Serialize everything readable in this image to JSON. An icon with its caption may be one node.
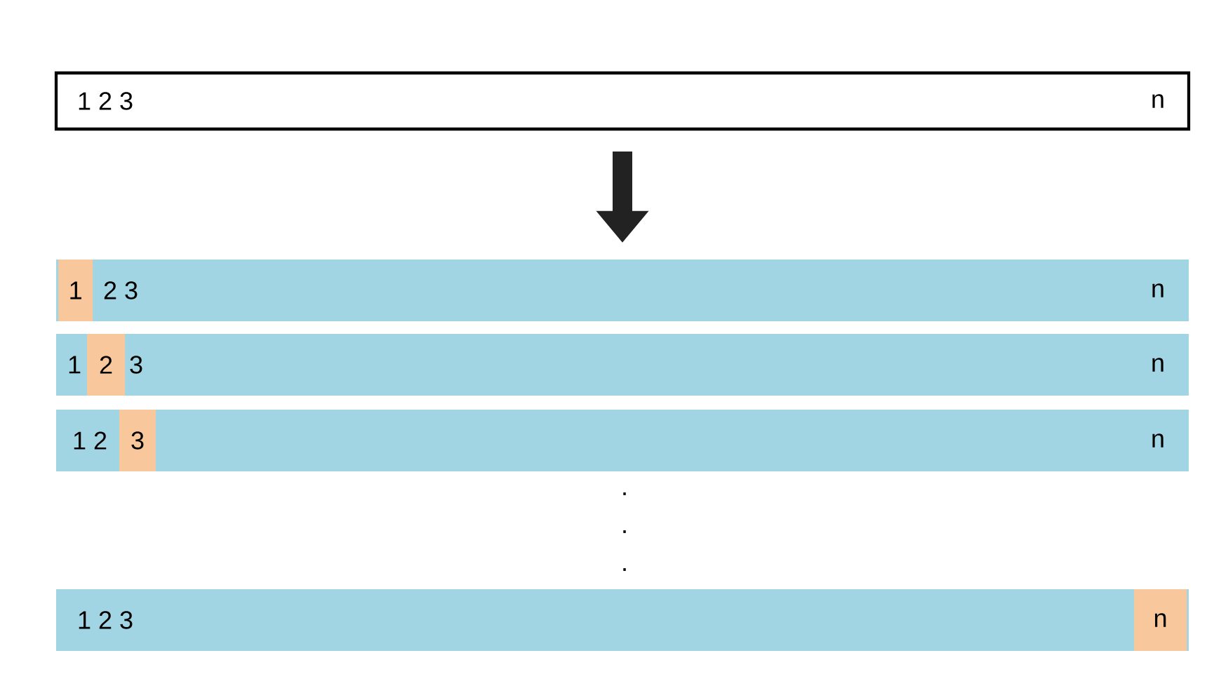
{
  "diagram": {
    "nodes": [
      {
        "text": [
          "1 2 3",
          "n"
        ]
      },
      {
        "text": [
          "2 3",
          "n"
        ]
      },
      {
        "text": [
          "1"
        ],
        "in": 1
      },
      {
        "text": [
          "1",
          "3",
          "n"
        ]
      },
      {
        "text": [
          "2"
        ],
        "in": 3
      },
      {
        "text": [
          "1 2",
          "n"
        ]
      },
      {
        "text": [
          "3"
        ],
        "in": 5
      },
      {
        "text": [
          "1 2 3"
        ]
      },
      {
        "text": [
          "n"
        ],
        "in": 7
      }
    ],
    "edges": [
      {
        "from": 0,
        "to": 1,
        "arrow": "to"
      }
    ],
    "labels": [
      ".",
      ".",
      "."
    ]
  }
}
